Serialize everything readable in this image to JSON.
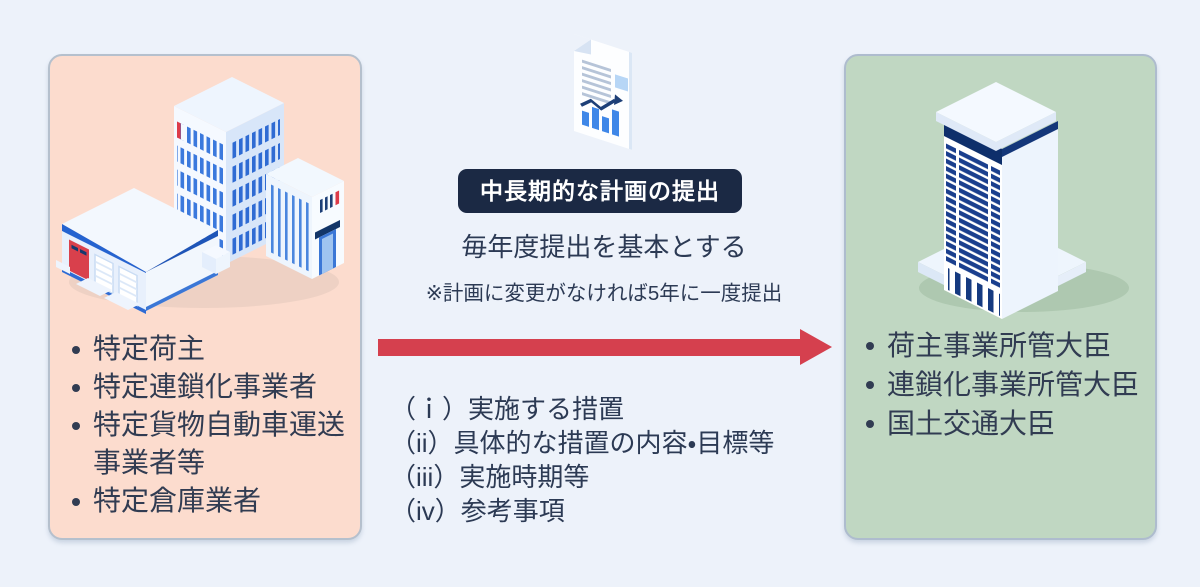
{
  "diagram": {
    "title_badge": "中長期的な計画の提出",
    "subtitle": "毎年度提出を基本とする",
    "note": "※計画に変更がなければ5年に一度提出"
  },
  "left_box": {
    "items": [
      "特定荷主",
      "特定連鎖化事業者",
      "特定貨物自動車運送事業者等",
      "特定倉庫業者"
    ]
  },
  "right_box": {
    "items": [
      "荷主事業所管大臣",
      "連鎖化事業所管大臣",
      "国土交通大臣"
    ]
  },
  "plan_list": {
    "items": [
      "（ｉ）実施する措置",
      "（ii）具体的な措置の内容・目標等",
      "（iii）実施時期等",
      "（iv）参考事項"
    ]
  },
  "icons": {
    "document_chart": "document-with-chart-icon",
    "operator_buildings": "warehouse-and-office-buildings-illustration",
    "ministry_tower": "government-tower-illustration",
    "flow_arrow": "red-right-arrow"
  },
  "colors": {
    "page_bg": "#edf2fa",
    "left_box_bg": "#fcdcce",
    "right_box_bg": "#c0d7c2",
    "badge_bg": "#1b2944",
    "badge_text": "#ffffff",
    "body_text": "#2c3a54",
    "arrow_red": "#d5404e",
    "illustration_blue": "#3b79dd",
    "illustration_navy": "#14377a",
    "illustration_red": "#dd3b49"
  }
}
